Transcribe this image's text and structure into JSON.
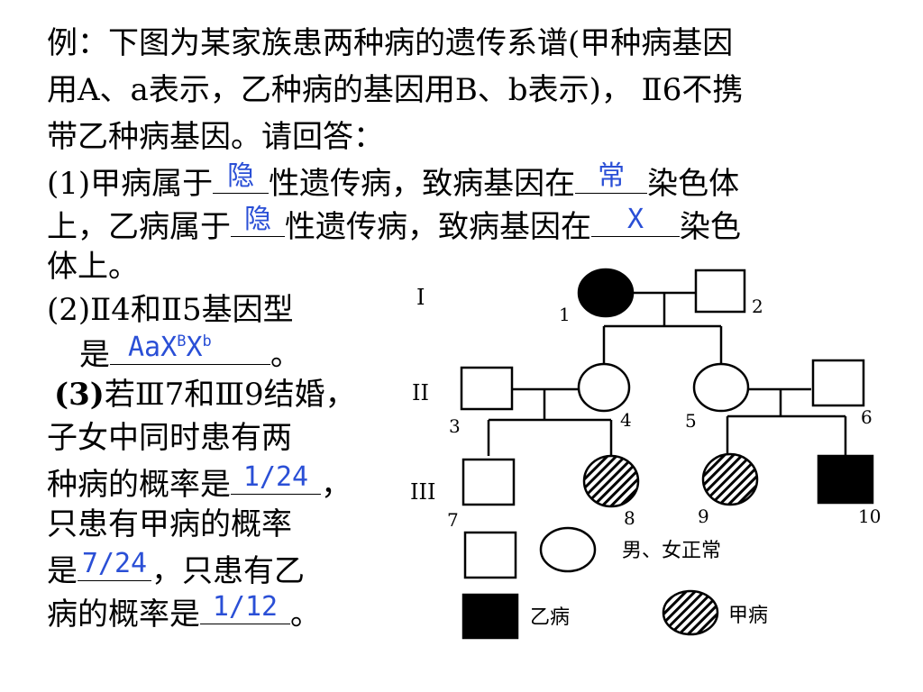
{
  "question": {
    "line1": "例：下图为某家族患两种病的遗传系谱(甲种病基因",
    "line2": "用A、a表示，乙种病的基因用B、b表示)，  Ⅱ6不携",
    "line3": "带乙种病基因。请回答：",
    "q1_a": "(1)甲病属于",
    "q1_b": "性遗传病，致病基因在",
    "q1_c": "染色体",
    "q1_d": "上，乙病属于",
    "q1_e": "性遗传病，致病基因在",
    "q1_f": "染色",
    "q1_g": "体上。",
    "q2_a": "(2)Ⅱ4和Ⅱ5基因型",
    "q2_b": "是",
    "q2_c": "。",
    "q3_a": "(3)",
    "q3_b": "若Ⅲ7和Ⅲ9结婚，",
    "q3_c": "子女中同时患有两",
    "q3_d": "种病的概率是",
    "q3_e": "，",
    "q3_f": "只患有甲病的概率",
    "q3_g": "是",
    "q3_h": "，只患有乙",
    "q3_i": "病的概率是",
    "q3_j": "。"
  },
  "answers": {
    "jia_type": "隐",
    "jia_chrom": "常",
    "yi_type": "隐",
    "yi_chrom": "X",
    "genotype_main": "AaX",
    "genotype_sup1": "B",
    "genotype_x2": "X",
    "genotype_sup2": "b",
    "prob_both": "1/24",
    "prob_jia_only": "7/24",
    "prob_yi_only": "1/12"
  },
  "pedigree": {
    "gen1": "I",
    "gen2": "II",
    "gen3": "III",
    "n1": "1",
    "n2": "2",
    "n3": "3",
    "n4": "4",
    "n5": "5",
    "n6": "6",
    "n7": "7",
    "n8": "8",
    "n9": "9",
    "n10": "10",
    "legend_normal": "男、女正常",
    "legend_yi": "乙病",
    "legend_jia": "甲病"
  },
  "colors": {
    "answer": "#2a4fd6",
    "ink": "#000000"
  }
}
